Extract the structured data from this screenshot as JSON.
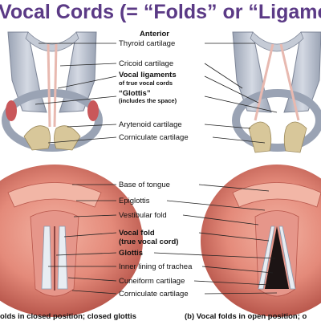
{
  "title": "Vocal Cords (= “Folds” or “Ligame",
  "top_labels": {
    "anterior": "Anterior",
    "thyroid": "Thyroid cartilage",
    "cricoid": "Cricoid cartilage",
    "vocal_lig_1": "Vocal ligaments",
    "vocal_lig_2": "of true vocal cords",
    "glottis": "“Glottis”",
    "glottis_note": "(includes the space)",
    "arytenoid": "Arytenoid cartilage",
    "corniculate": "Corniculate cartilage"
  },
  "bottom_labels": {
    "base_tongue": "Base of tongue",
    "epiglottis": "Epiglottis",
    "vestibular": "Vestibular fold",
    "vocal_fold_1": "Vocal fold",
    "vocal_fold_2": "(true vocal cord)",
    "glottis": "Glottis",
    "inner_lining": "Inner lining of trachea",
    "cuneiform": "Cuneiform cartilage",
    "corniculate": "Corniculate cartilage"
  },
  "captions": {
    "left": "olds in closed position; closed glottis",
    "right": "(b) Vocal folds in open position; o"
  },
  "colors": {
    "title": "#5b3a86",
    "cartilage": "#b8bfcc",
    "arytenoid": "#d8c79a",
    "tissue": "#d9847a"
  }
}
